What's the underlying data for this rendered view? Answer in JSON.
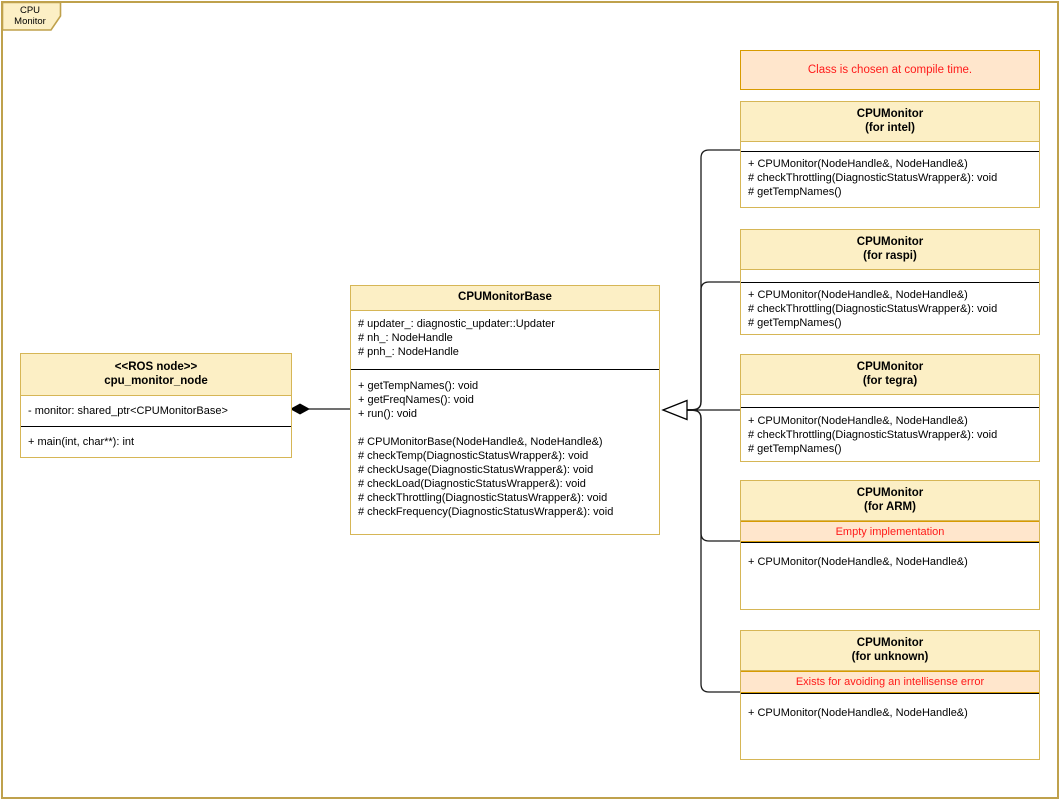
{
  "frame": {
    "tab_line1": "CPU",
    "tab_line2": "Monitor"
  },
  "colors": {
    "class_border": "#d6b656",
    "class_header_fill": "#fcefc5",
    "note_fill": "#ffe6cc",
    "note_border": "#d79b00",
    "note_text": "#ff1a1a",
    "frame_border": "#bfa14c"
  },
  "note": {
    "text": "Class is chosen at compile time."
  },
  "classes": {
    "ros_node": {
      "stereotype": "<<ROS node>>",
      "name": "cpu_monitor_node",
      "attributes": [
        "- monitor: shared_ptr<CPUMonitorBase>"
      ],
      "methods": [
        "+ main(int, char**): int"
      ]
    },
    "base": {
      "name": "CPUMonitorBase",
      "attributes": [
        "# updater_: diagnostic_updater::Updater",
        "# nh_: NodeHandle",
        "# pnh_: NodeHandle"
      ],
      "public_methods": [
        "+ getTempNames(): void",
        "+ getFreqNames(): void",
        "+ run(): void"
      ],
      "protected_methods": [
        "# CPUMonitorBase(NodeHandle&, NodeHandle&)",
        "# checkTemp(DiagnosticStatusWrapper&): void",
        "# checkUsage(DiagnosticStatusWrapper&): void",
        "# checkLoad(DiagnosticStatusWrapper&): void",
        "# checkThrottling(DiagnosticStatusWrapper&): void",
        "# checkFrequency(DiagnosticStatusWrapper&): void"
      ]
    },
    "intel": {
      "name": "CPUMonitor",
      "variant": "(for intel)",
      "methods": [
        "+ CPUMonitor(NodeHandle&, NodeHandle&)",
        "# checkThrottling(DiagnosticStatusWrapper&): void",
        "# getTempNames()"
      ]
    },
    "raspi": {
      "name": "CPUMonitor",
      "variant": "(for raspi)",
      "methods": [
        "+ CPUMonitor(NodeHandle&, NodeHandle&)",
        "# checkThrottling(DiagnosticStatusWrapper&): void",
        "# getTempNames()"
      ]
    },
    "tegra": {
      "name": "CPUMonitor",
      "variant": "(for tegra)",
      "methods": [
        "+ CPUMonitor(NodeHandle&, NodeHandle&)",
        "# checkThrottling(DiagnosticStatusWrapper&): void",
        "# getTempNames()"
      ]
    },
    "arm": {
      "name": "CPUMonitor",
      "variant": "(for ARM)",
      "note": "Empty implementation",
      "methods": [
        "+ CPUMonitor(NodeHandle&, NodeHandle&)"
      ]
    },
    "unknown": {
      "name": "CPUMonitor",
      "variant": "(for unknown)",
      "note": "Exists for avoiding an intellisense error",
      "methods": [
        "+ CPUMonitor(NodeHandle&, NodeHandle&)"
      ]
    }
  }
}
